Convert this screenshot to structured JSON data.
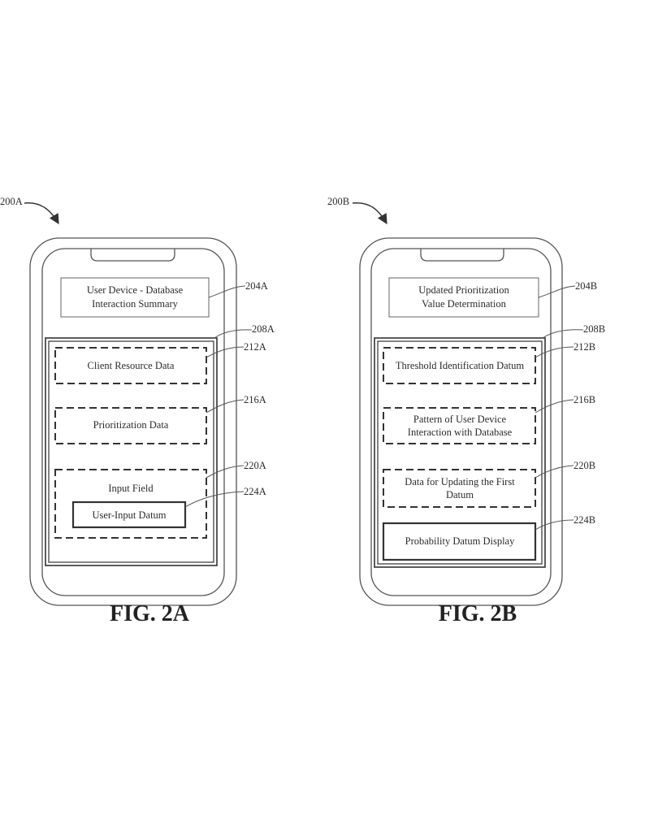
{
  "figures": [
    {
      "fig_label": "FIG. 2A",
      "ref_main": "200A",
      "header": {
        "ref": "204A",
        "lines": [
          "User Device - Database",
          "Interaction Summary"
        ]
      },
      "frame_ref": "208A",
      "boxes": [
        {
          "ref": "212A",
          "lines": [
            "Client Resource Data"
          ]
        },
        {
          "ref": "216A",
          "lines": [
            "Prioritization Data"
          ]
        },
        {
          "ref": "220A",
          "lines": [
            "Input Field"
          ]
        },
        {
          "ref": "224A",
          "lines": [
            "User-Input Datum"
          ]
        }
      ]
    },
    {
      "fig_label": "FIG. 2B",
      "ref_main": "200B",
      "header": {
        "ref": "204B",
        "lines": [
          "Updated Prioritization",
          "Value Determination"
        ]
      },
      "frame_ref": "208B",
      "boxes": [
        {
          "ref": "212B",
          "lines": [
            "Threshold Identification Datum"
          ]
        },
        {
          "ref": "216B",
          "lines": [
            "Pattern of User Device",
            "Interaction with Database"
          ]
        },
        {
          "ref": "220B",
          "lines": [
            "Data for Updating the First",
            "Datum"
          ]
        },
        {
          "ref": "224B",
          "lines": [
            "Probability Datum Display"
          ]
        }
      ]
    }
  ]
}
